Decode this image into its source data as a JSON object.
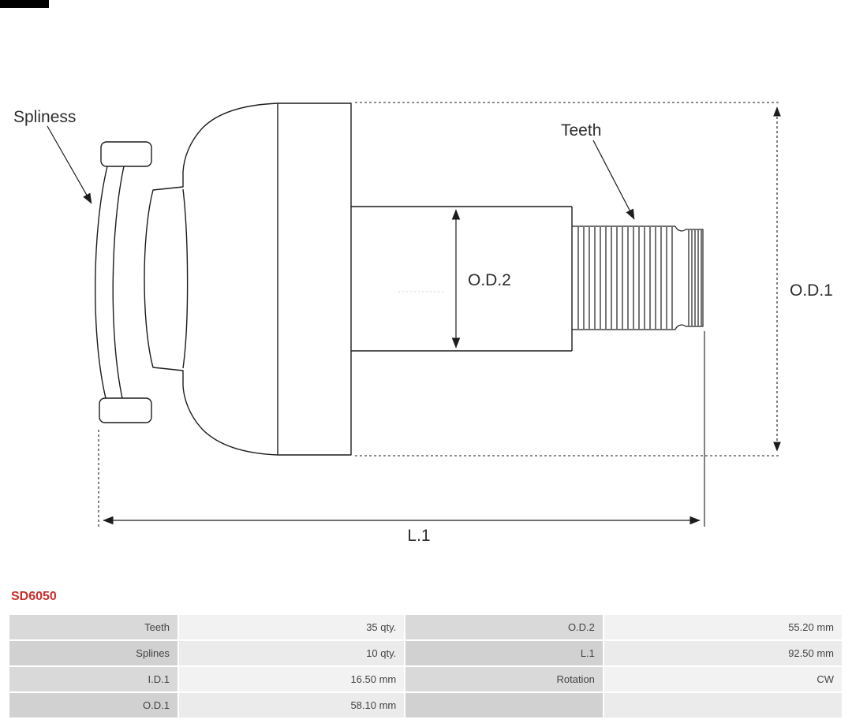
{
  "part": {
    "number": "SD6050",
    "number_color": "#c9302c"
  },
  "diagram": {
    "line_color": "#1c1c1c",
    "labels": {
      "spliness": "Spliness",
      "teeth": "Teeth",
      "od1": "O.D.1",
      "od2": "O.D.2",
      "l1": "L.1"
    }
  },
  "spec_table": {
    "rows": [
      {
        "c1_label": "Teeth",
        "c1_value": "35 qty.",
        "c2_label": "O.D.2",
        "c2_value": "55.20 mm"
      },
      {
        "c1_label": "Splines",
        "c1_value": "10 qty.",
        "c2_label": "L.1",
        "c2_value": "92.50 mm"
      },
      {
        "c1_label": "I.D.1",
        "c1_value": "16.50 mm",
        "c2_label": "Rotation",
        "c2_value": "CW"
      },
      {
        "c1_label": "O.D.1",
        "c1_value": "58.10 mm",
        "c2_label": "",
        "c2_value": ""
      }
    ]
  }
}
